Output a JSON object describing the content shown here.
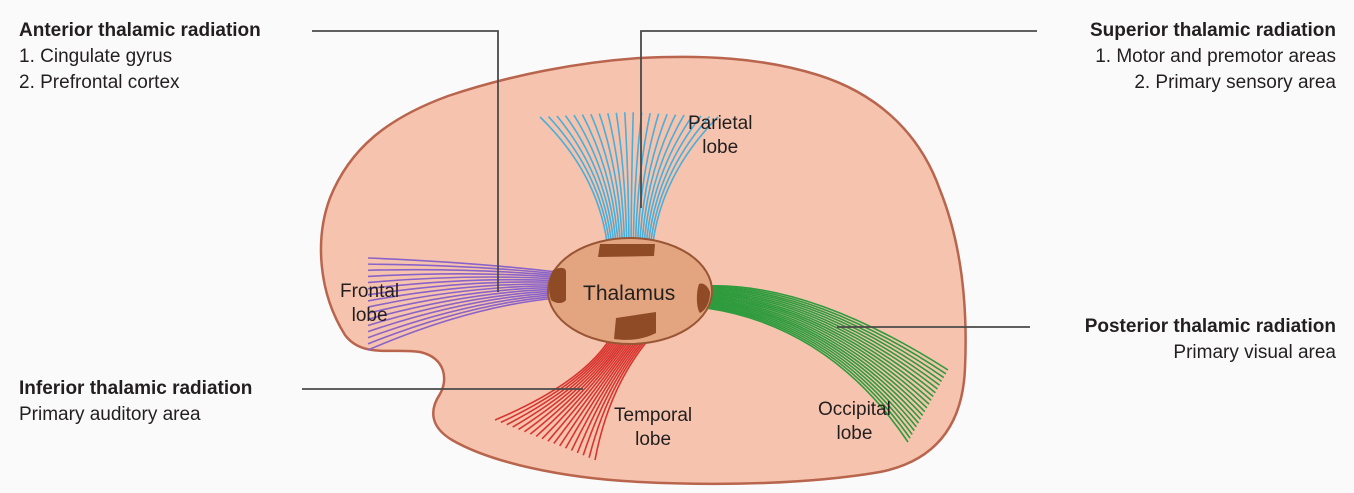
{
  "colors": {
    "brain_fill": "#f6c4ae",
    "brain_outline": "#b9654d",
    "thalamus_fill": "#e2a57f",
    "thalamus_outline": "#9a5535",
    "nucleus": "#8f4a26",
    "anterior_fibers": "#8a63c9",
    "superior_fibers": "#4aaed8",
    "posterior_fibers": "#2e9b3d",
    "inferior_fibers": "#d8352f",
    "leader_line": "#4a4a4a"
  },
  "labels": {
    "anterior": {
      "title": "Anterior thalamic radiation",
      "items": [
        "1. Cingulate gyrus",
        "2. Prefrontal cortex"
      ]
    },
    "superior": {
      "title": "Superior thalamic radiation",
      "items": [
        "1. Motor and premotor areas",
        "2. Primary sensory area"
      ]
    },
    "posterior": {
      "title": "Posterior thalamic radiation",
      "items": [
        "Primary visual area"
      ]
    },
    "inferior": {
      "title": "Inferior thalamic radiation",
      "items": [
        "Primary auditory area"
      ]
    }
  },
  "lobes": {
    "parietal": [
      "Parietal",
      "lobe"
    ],
    "frontal": [
      "Frontal",
      "lobe"
    ],
    "temporal": [
      "Temporal",
      "lobe"
    ],
    "occipital": [
      "Occipital",
      "lobe"
    ]
  },
  "thalamus": "Thalamus"
}
